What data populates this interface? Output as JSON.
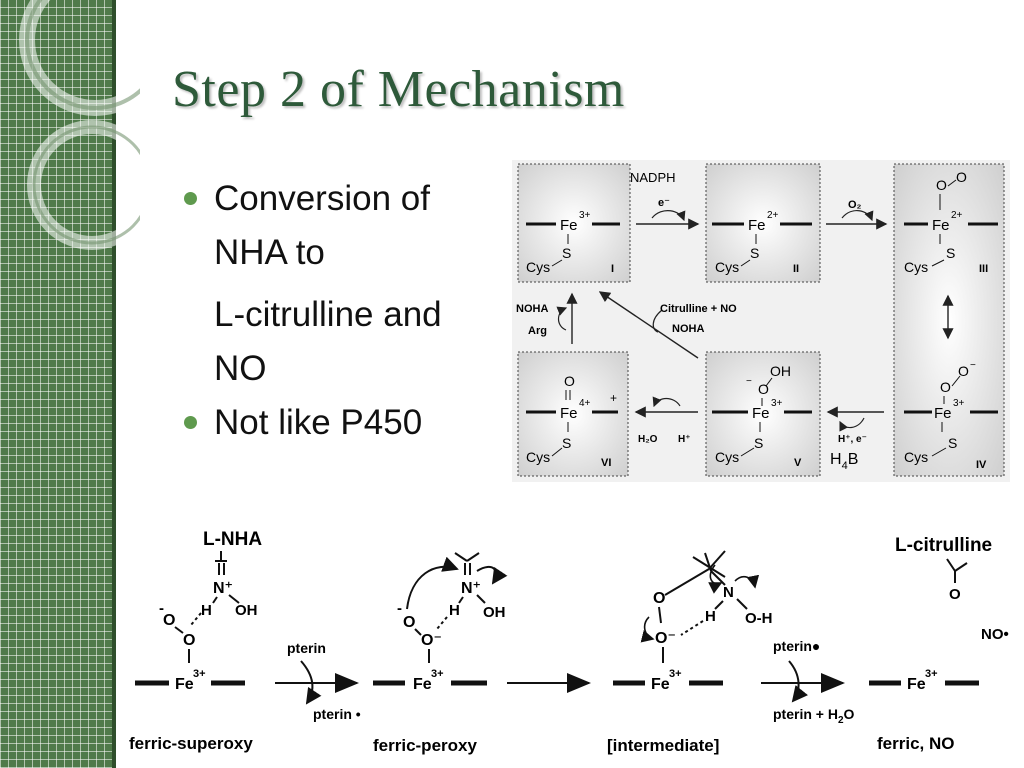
{
  "slide": {
    "title": "Step 2 of Mechanism",
    "bullets": [
      {
        "lines": [
          "Conversion of",
          "NHA to"
        ]
      },
      {
        "lines": [
          "L-citrulline and",
          "NO"
        ],
        "continuation": true
      },
      {
        "lines": [
          "Not like P450"
        ]
      }
    ]
  },
  "cycle_figure": {
    "metal": "Fe",
    "cys": "Cys",
    "sulfur": "S",
    "oxygen": "O",
    "states": {
      "I": {
        "roman": "I",
        "charge": "3+"
      },
      "II": {
        "roman": "II",
        "charge": "2+"
      },
      "III": {
        "roman": "III",
        "charge": "2+"
      },
      "IV": {
        "roman": "IV",
        "charge": "3+"
      },
      "V": {
        "roman": "V",
        "charge": "3+"
      },
      "VI": {
        "roman": "VI",
        "charge": "4+"
      }
    },
    "labels": {
      "nadph": "NADPH",
      "electron": "e⁻",
      "o2": "O₂",
      "citrulline_no": "Citrulline + NO",
      "noha": "NOHA",
      "noha_left": "NOHA",
      "arg": "Arg",
      "h2o": "H₂O",
      "h_plus": "H⁺",
      "h_plus_e": "H⁺, e⁻",
      "h4b": "H",
      "h4b_sub": "4",
      "h4b_tail": "B",
      "oh": "OH",
      "minus": "−",
      "plus": "+"
    }
  },
  "mechanism_figure": {
    "substrate": "L-NHA",
    "product": "L-citrulline",
    "no_radical": "NO•",
    "fe": "Fe",
    "fe_charge": "3+",
    "pterin": "pterin",
    "pterin_radical": "pterin •",
    "pterin_dot": "pterin●",
    "pterin_h2o": "pterin + H",
    "pterin_h2o_sub": "2",
    "pterin_h2o_tail": "O",
    "n_plus": "N⁺",
    "n": "N",
    "h": "H",
    "oh": "OH",
    "oh_dash": "O-H",
    "o": "O",
    "o_minus": "O⁻",
    "minus": "-",
    "captions": [
      "ferric-superoxy",
      "ferric-peroxy",
      "[intermediate]",
      "ferric, NO"
    ]
  }
}
